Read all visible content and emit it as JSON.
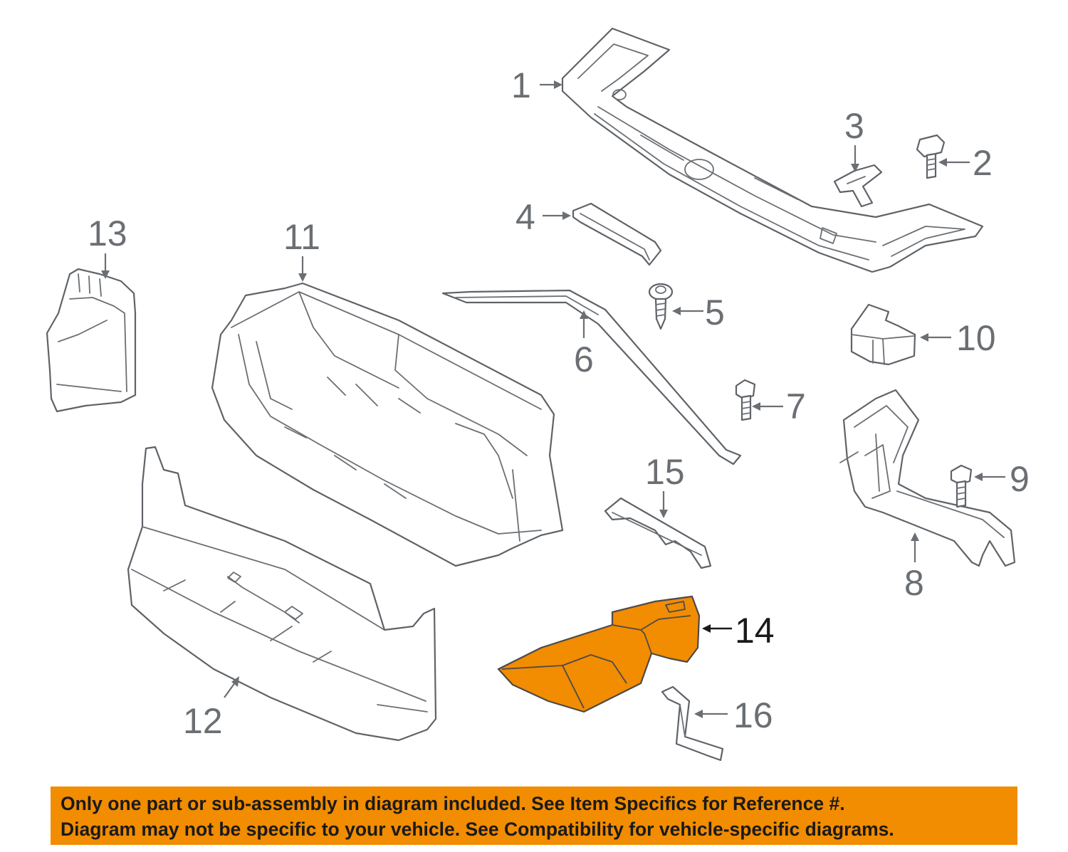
{
  "diagram": {
    "callouts": {
      "c1": "1",
      "c2": "2",
      "c3": "3",
      "c4": "4",
      "c5": "5",
      "c6": "6",
      "c7": "7",
      "c8": "8",
      "c9": "9",
      "c10": "10",
      "c11": "11",
      "c12": "12",
      "c13": "13",
      "c14": "14",
      "c15": "15",
      "c16": "16"
    },
    "highlighted_part": "14",
    "highlight_color": "#f28c00",
    "line_color": "#6b6f73"
  },
  "banner": {
    "line1": "Only one part or sub-assembly in diagram included. See Item Specifics for Reference #.",
    "line2": "Diagram may not be specific to your vehicle. See Compatibility for vehicle-specific diagrams.",
    "background": "#f28c00"
  }
}
